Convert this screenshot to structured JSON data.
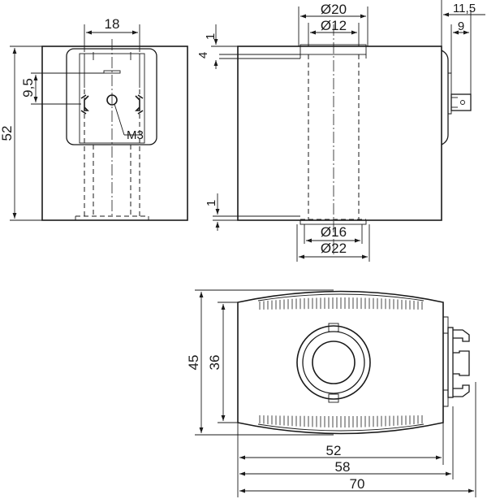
{
  "front_view": {
    "dim_width_top": "18",
    "dim_height": "52",
    "dim_connector_offset": "9,5",
    "thread_label": "M3"
  },
  "side_view": {
    "dim_outer_top": "Ø20",
    "dim_inner_top": "Ø12",
    "dim_wall_top": "1",
    "dim_flange": "4",
    "dim_wall_bottom": "1",
    "dim_inner_bottom": "Ø16",
    "dim_outer_bottom": "Ø22",
    "dim_terminal_total": "11,5",
    "dim_terminal": "9"
  },
  "top_view": {
    "dim_height_outer": "45",
    "dim_height_inner": "36",
    "dim_length_body": "52",
    "dim_length_mid": "58",
    "dim_length_total": "70"
  }
}
